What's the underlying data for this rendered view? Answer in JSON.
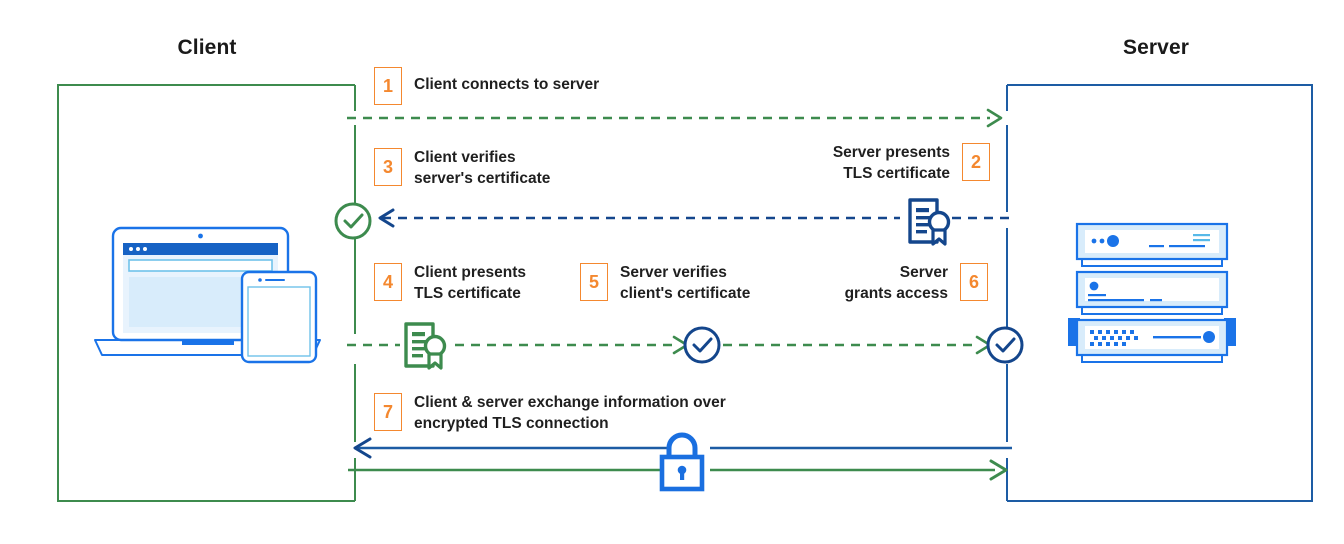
{
  "diagram": {
    "title_client": "Client",
    "title_server": "Server",
    "colors": {
      "client_green": "#3d8b4e",
      "server_blue": "#1d5ca4",
      "badge_orange": "#f4882f",
      "text_dark": "#1f1f1f",
      "device_blue": "#1a73e8",
      "device_fill": "#e8f3fd",
      "cert_blue": "#14468c",
      "cert_green": "#3d8b4e",
      "lock_blue": "#1a73e8"
    },
    "steps": [
      {
        "number": "1",
        "text": "Client connects to server",
        "align": "left"
      },
      {
        "number": "2",
        "text": "Server presents\nTLS certificate",
        "align": "right"
      },
      {
        "number": "3",
        "text": "Client verifies\nserver's certificate",
        "align": "left"
      },
      {
        "number": "4",
        "text": "Client presents\nTLS certificate",
        "align": "left"
      },
      {
        "number": "5",
        "text": "Server verifies\nclient's certificate",
        "align": "left"
      },
      {
        "number": "6",
        "text": "Server\ngrants access",
        "align": "right"
      },
      {
        "number": "7",
        "text": "Client & server exchange information over\nencrypted TLS connection",
        "align": "left"
      }
    ],
    "icons": {
      "client_device": "laptop-and-phone-icon",
      "server_rack": "server-rack-icon",
      "server_certificate": "certificate-icon",
      "client_certificate": "certificate-icon",
      "client_verify_check": "check-circle-icon",
      "server_verify_check": "check-circle-icon",
      "server_grant_check": "check-circle-icon",
      "encrypted_lock": "padlock-icon"
    }
  }
}
